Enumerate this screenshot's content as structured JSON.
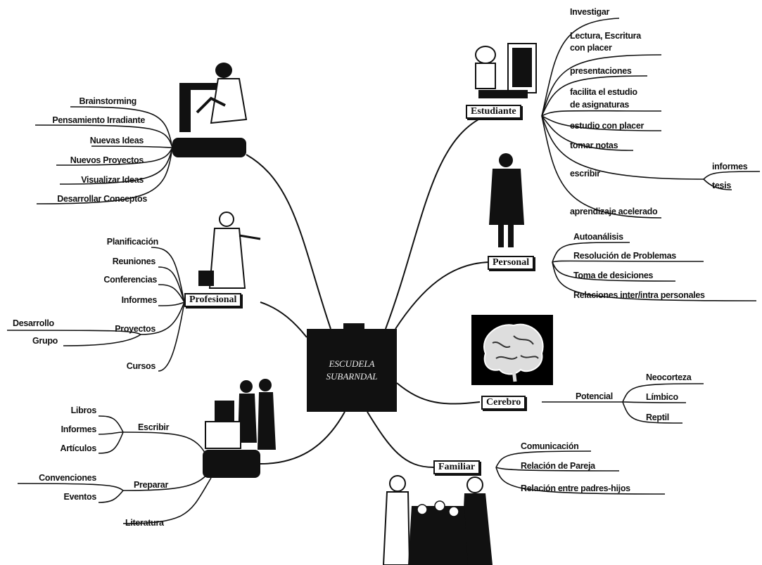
{
  "center": {
    "line1": "ESCUDELA",
    "line2": "SUBARNDAL"
  },
  "branches": {
    "estudiante": {
      "title": "Estudiante",
      "items": [
        "Investigar",
        "Lectura, Escritura",
        "con placer",
        "presentaciones",
        "facilita el estudio",
        "de asignaturas",
        "estudio con placer",
        "tomar notas",
        "escribir",
        "aprendizaje acelerado"
      ],
      "escribir_sub": [
        "informes",
        "tesis"
      ]
    },
    "personal": {
      "title": "Personal",
      "items": [
        "Autoanálisis",
        "Resolución de Problemas",
        "Toma de desiciones",
        "Relaciones inter/intra personales"
      ]
    },
    "cerebro": {
      "title": "Cerebro",
      "sub": "Potencial",
      "items": [
        "Neocorteza",
        "Límbico",
        "Reptil"
      ]
    },
    "familiar": {
      "title": "Familiar",
      "items": [
        "Comunicación",
        "Relación de Pareja",
        "Relación entre padres-hijos"
      ]
    },
    "profesional": {
      "title": "Profesional",
      "items": [
        "Planificación",
        "Reuniones",
        "Conferencias",
        "Informes",
        "Proyectos",
        "Cursos"
      ],
      "proyectos_sub": [
        "Desarrollo",
        "Grupo"
      ]
    },
    "creativo": {
      "items": [
        "Brainstorming",
        "Pensamiento Irradiante",
        "Nuevas Ideas",
        "Nuevos Proyectos",
        "Visualizar Ideas",
        "Desarrollar Conceptos"
      ]
    },
    "academico": {
      "escribir": "Escribir",
      "escribir_sub": [
        "Libros",
        "Informes",
        "Artículos"
      ],
      "preparar": "Preparar",
      "preparar_sub": [
        "Convenciones",
        "Eventos"
      ],
      "literatura": "Literatura"
    }
  }
}
